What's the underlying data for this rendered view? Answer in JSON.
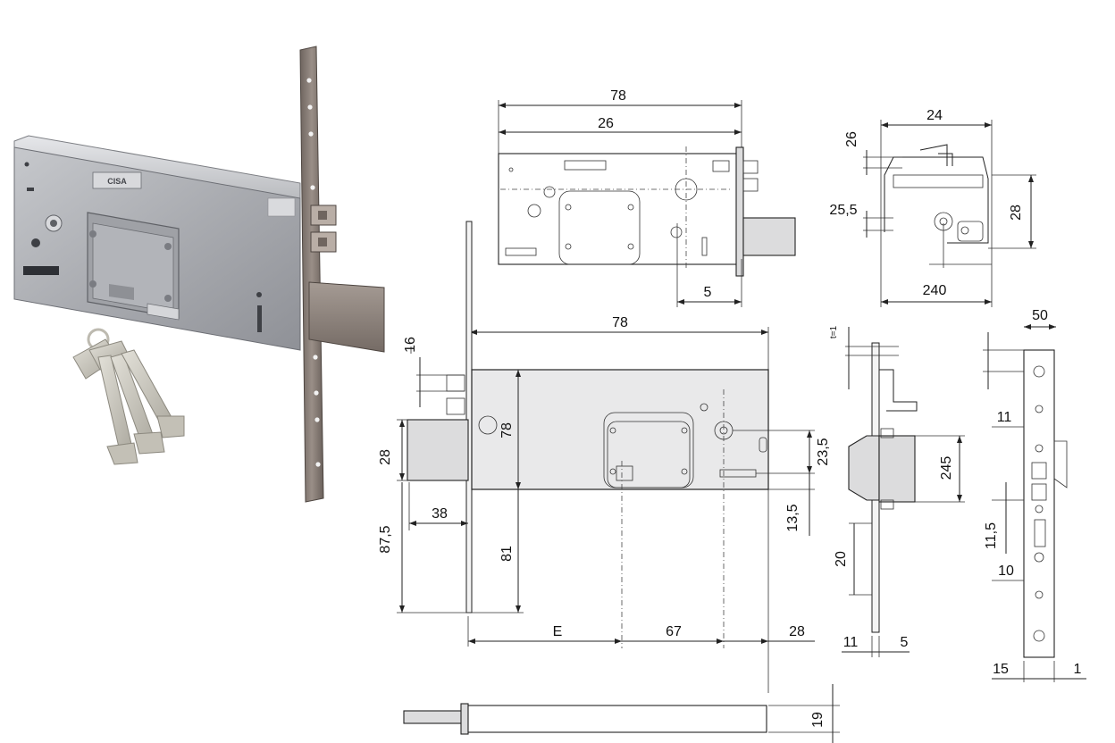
{
  "product": {
    "brand_marking": "CISA"
  },
  "dimensions": {
    "top_view_overall": "78",
    "top_view_inner": "26",
    "top_view_bolt_offset": "5",
    "side_top_width": "24",
    "side_top_height_upper": "26",
    "side_top_height_left": "25,5",
    "side_top_height_right": "28",
    "side_top_base": "240",
    "front_width": "78",
    "front_latch_offset": "16",
    "front_bolt_height": "28",
    "front_bolt_throw": "38",
    "front_lower": "87,5",
    "front_body_height": "78",
    "front_backset_lower": "81",
    "front_right_upper": "23,5",
    "front_right_lower": "13,5",
    "front_E": "E",
    "front_67": "67",
    "front_28_bottom": "28",
    "bottom_view_thickness": "19",
    "section_top": "t=1",
    "section_bolt": "245",
    "section_20": "20",
    "section_11": "11",
    "section_5": "5",
    "faceplate_width": "50",
    "faceplate_11": "11",
    "faceplate_11_5": "11,5",
    "faceplate_10": "10",
    "faceplate_15": "15",
    "faceplate_1": "1"
  },
  "colors": {
    "metal_light": "#dcdde0",
    "metal_mid": "#a9abb0",
    "metal_dark": "#6d6f75",
    "faceplate_bronze": "#8a7e76",
    "key_silver": "#c9c7bf",
    "line": "#222222"
  }
}
